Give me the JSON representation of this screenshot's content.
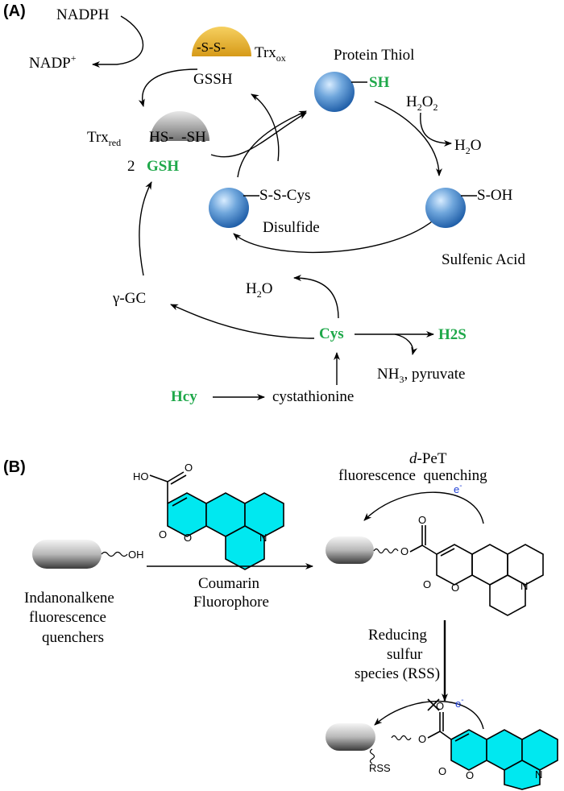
{
  "panel_a": {
    "label": "(A)",
    "nadph": "NADPH",
    "nadp": "NADP",
    "nadp_sup": "+",
    "trx_ox_bond": "-S-S-",
    "trx_ox": "Trx",
    "trx_ox_sub": "ox",
    "gssh": "GSSH",
    "trx_red": "Trx",
    "trx_red_sub": "red",
    "trx_red_thiols": "HS-  -SH",
    "gsh_coef": "2",
    "gsh": "GSH",
    "protein_thiol": "Protein Thiol",
    "sh": "SH",
    "h2o2_a": "H",
    "h2o2_sub1": "2",
    "h2o2_b": "O",
    "h2o2_sub2": "2",
    "h2o_top_a": "H",
    "h2o_top_sub": "2",
    "h2o_top_b": "O",
    "s_oh": "S-OH",
    "sulfenic_acid": "Sulfenic Acid",
    "s_s_cys": "S-S-Cys",
    "disulfide": "Disulfide",
    "h2o_mid_a": "H",
    "h2o_mid_sub": "2",
    "h2o_mid_b": "O",
    "gamma_gc": "γ-GC",
    "cys": "Cys",
    "h2s": "H2S",
    "nh3_a": "NH",
    "nh3_sub": "3",
    "nh3_b": ", pyruvate",
    "hcy": "Hcy",
    "cystathionine": "cystathionine"
  },
  "panel_b": {
    "label": "(B)",
    "d_pet_italic": "d",
    "d_pet_rest": "-PeT",
    "quenching": "fluorescence  quenching",
    "electron": "e",
    "electron_sup": "-",
    "oh_reagent": "OH",
    "ho_acid": "HO",
    "o": "O",
    "n": "N",
    "quencher_line1": "Indanonalkene",
    "quencher_line2": "fluorescence",
    "quencher_line3": "quenchers",
    "coumarin_line1": "Coumarin",
    "coumarin_line2": "Fluorophore",
    "rss_line1": "Reducing",
    "rss_line2": "sulfur",
    "rss_line3": "species (RSS)",
    "rss_group": "RSS"
  },
  "colors": {
    "green_text": "#1fa84a",
    "coumarin_fill": "#00e8f0",
    "trx_ox_fill": "#e8b030",
    "sphere_blue": "#4a86c8",
    "electron_blue": "#1f3fd6"
  }
}
